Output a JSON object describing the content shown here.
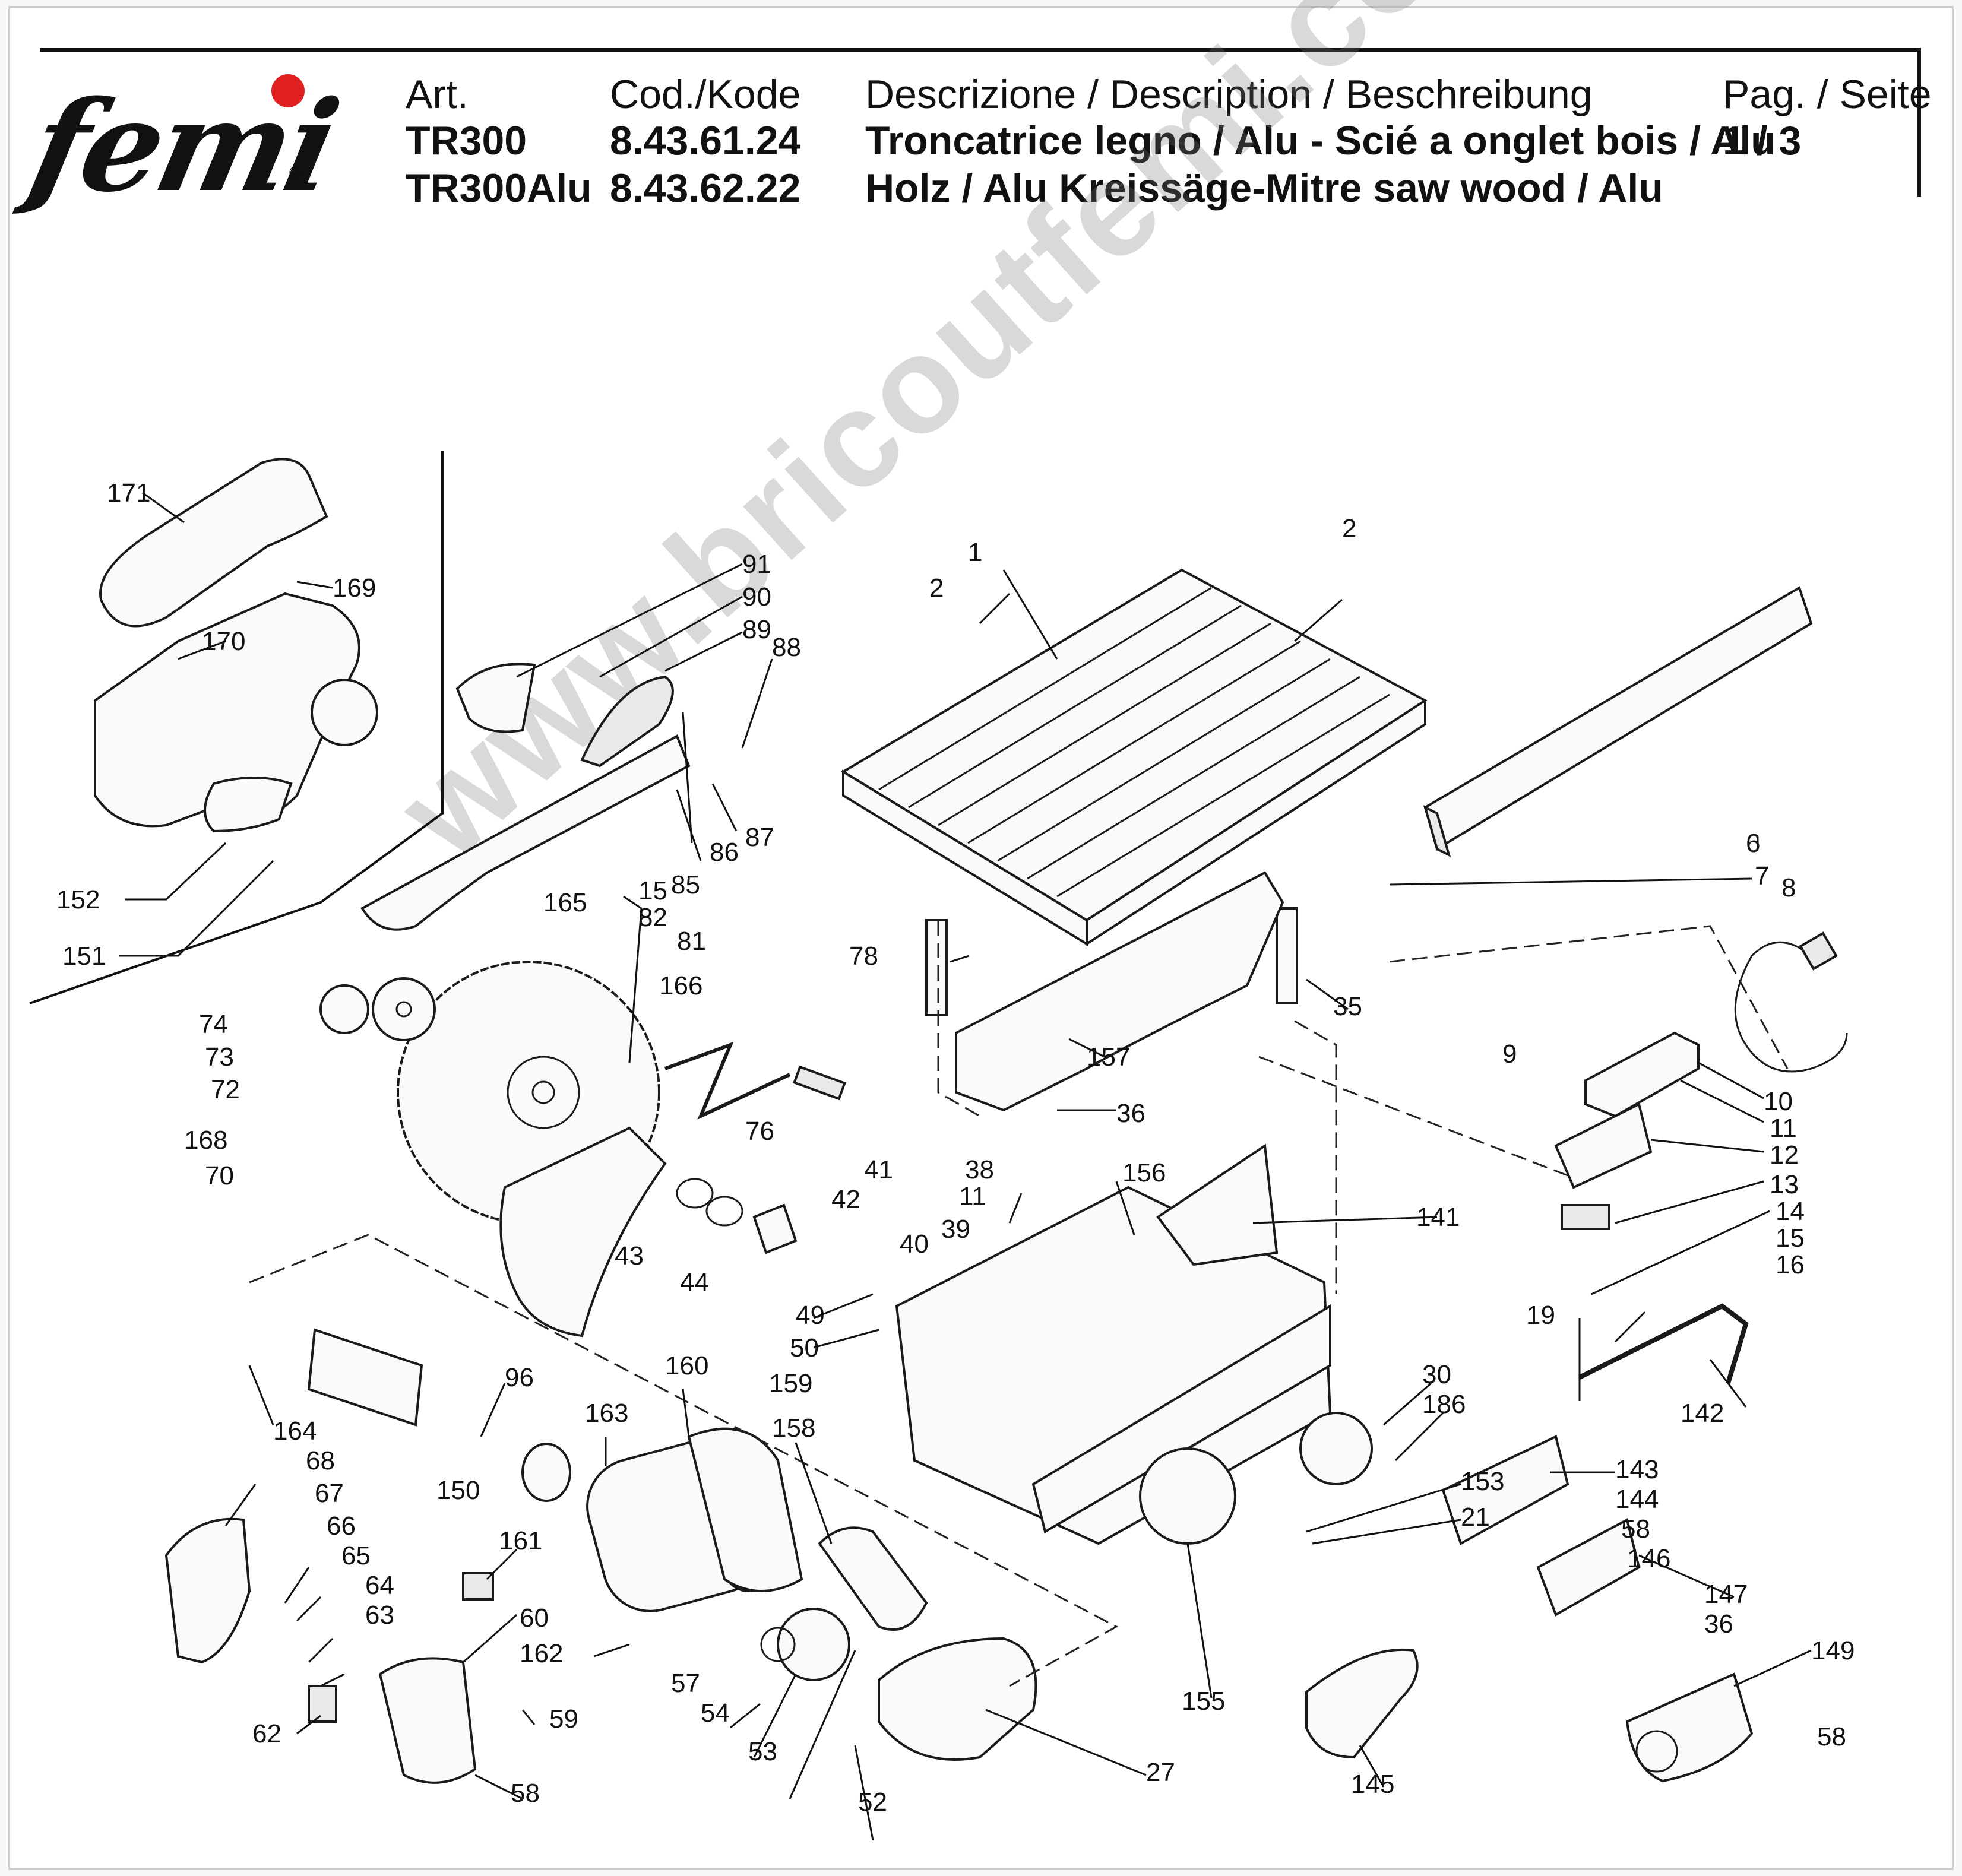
{
  "header": {
    "brand": "femi",
    "registered_mark": "®",
    "col_art_title": "Art.",
    "col_cod_title": "Cod./Kode",
    "col_desc_title": "Descrizione / Description / Beschreibung",
    "col_page_title": "Pag. / Seite",
    "art_1": "TR300",
    "art_2": "TR300Alu",
    "cod_1": "8.43.61.24",
    "cod_2": "8.43.62.22",
    "desc_1": "Troncatrice legno / Alu - Scié a onglet bois / Alu",
    "desc_2": "Holz / Alu Kreissäge-Mitre saw wood / Alu",
    "page": "1 / 3"
  },
  "watermark": "www.bricoutfemi.com",
  "colors": {
    "logo_dot": "#e02020",
    "ink": "#111111"
  },
  "labels": [
    "171",
    "169",
    "170",
    "152",
    "151",
    "91",
    "90",
    "89",
    "88",
    "87",
    "86",
    "85",
    "165",
    "15",
    "82",
    "81",
    "166",
    "74",
    "73",
    "72",
    "168",
    "70",
    "76",
    "41",
    "43",
    "44",
    "42",
    "1",
    "2",
    "2",
    "78",
    "157",
    "35",
    "36",
    "38",
    "11",
    "39",
    "40",
    "156",
    "141",
    "49",
    "50",
    "159",
    "6",
    "7",
    "8",
    "9",
    "10",
    "11",
    "12",
    "13",
    "14",
    "15",
    "16",
    "19",
    "142",
    "164",
    "96",
    "150",
    "163",
    "160",
    "158",
    "68",
    "67",
    "66",
    "65",
    "64",
    "63",
    "161",
    "60",
    "162",
    "59",
    "58",
    "62",
    "57",
    "54",
    "53",
    "52",
    "27",
    "155",
    "30",
    "186",
    "153",
    "21",
    "145",
    "143",
    "144",
    "58",
    "146",
    "147",
    "36",
    "149",
    "58"
  ]
}
